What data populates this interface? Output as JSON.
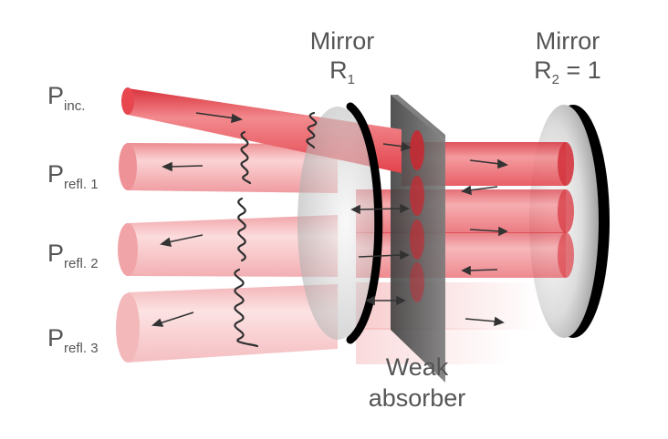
{
  "labels": {
    "mirror1": {
      "title": "Mirror",
      "symbol": "R",
      "subscript": "1",
      "suffix": ""
    },
    "mirror2": {
      "title": "Mirror",
      "symbol": "R",
      "subscript": "2",
      "suffix": " = 1"
    },
    "absorber": {
      "line1": "Weak",
      "line2": "absorber"
    },
    "beams": [
      {
        "symbol": "P",
        "subscript": "inc."
      },
      {
        "symbol": "P",
        "subscript": "refl. 1"
      },
      {
        "symbol": "P",
        "subscript": "refl. 2"
      },
      {
        "symbol": "P",
        "subscript": "refl. 3"
      }
    ]
  },
  "colors": {
    "beam": "#e8474f",
    "beam_light": "#f6b3b3",
    "mirror_rim": "#111111",
    "absorber": "#555555",
    "text": "#555555",
    "wave": "#333333"
  }
}
